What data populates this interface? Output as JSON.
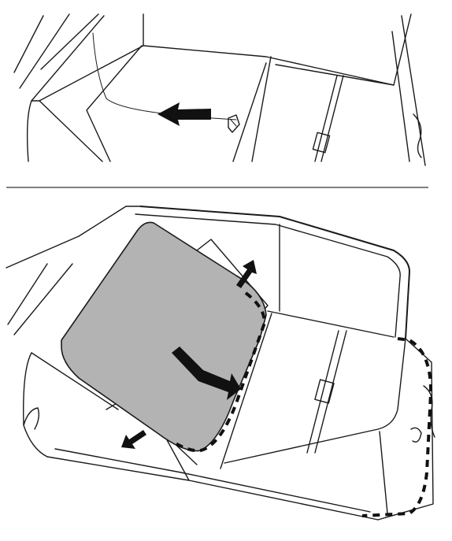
{
  "figure": {
    "panels": [
      {
        "id": "top",
        "description_icon": "fold-down-cover-step"
      },
      {
        "id": "bottom",
        "description_icon": "remove-cover-panel-step"
      }
    ],
    "colors": {
      "line": "#1a1a1a",
      "panel_fill": "#b3b3b3",
      "background": "#ffffff",
      "divider": "#555555"
    }
  }
}
